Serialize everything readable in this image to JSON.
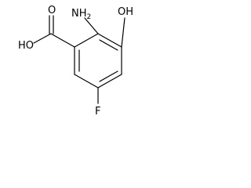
{
  "molecule": {
    "labels": {
      "amine": "NH",
      "amine_subscript": "2",
      "hydroxyl": "OH",
      "carboxyl_hydroxyl": "HO",
      "carbonyl_oxygen": "O",
      "fluorine": "F"
    },
    "colors": {
      "bond": "#000000",
      "label": "#000000",
      "background": "#ffffff"
    }
  }
}
